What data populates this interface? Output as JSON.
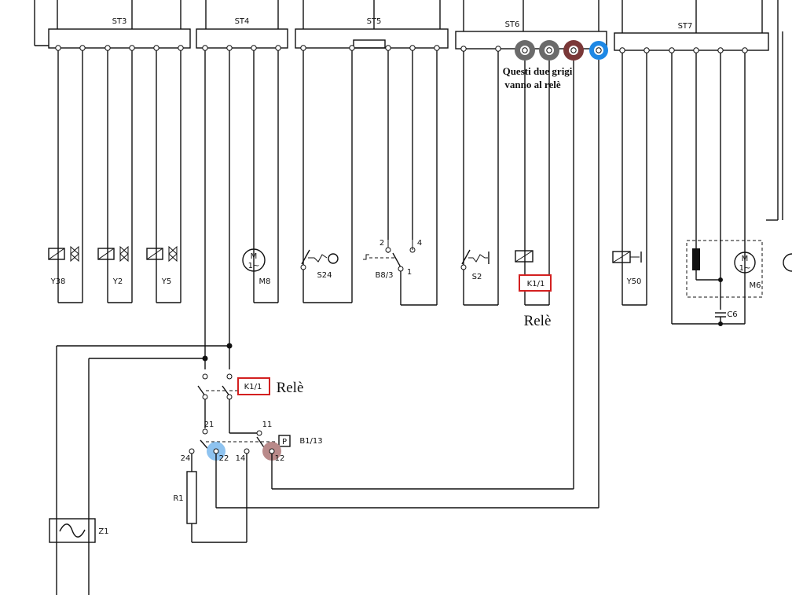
{
  "connectors": [
    "ST3",
    "ST4",
    "ST5",
    "ST6",
    "ST7"
  ],
  "components": {
    "y38": "Y38",
    "y2": "Y2",
    "y5": "Y5",
    "m8": "M8",
    "s24": "S24",
    "b8_3": "B8/3",
    "s2": "S2",
    "y50": "Y50",
    "m6": "M6",
    "c6": "C6",
    "z1": "Z1",
    "r1": "R1",
    "b1_13": "B1/13",
    "p": "P",
    "k1_1": "K1/1",
    "motor_m": "M",
    "motor_ac": "1~"
  },
  "terminal_numbers": {
    "b8_2": "2",
    "b8_4": "4",
    "b8_1": "1",
    "k21": "21",
    "k11": "11",
    "k24": "24",
    "k22": "22",
    "k14": "14",
    "k12": "12"
  },
  "annotations": {
    "grey_note_line1": "Questi due grigi",
    "grey_note_line2": "vanno al relè",
    "rele_1": "Relè",
    "rele_2": "Relè"
  },
  "highlight_colors": {
    "grey": "#6b6b6b",
    "brown": "#7a3838",
    "blue": "#1e88e5",
    "light_blue": "#8ec3f0",
    "light_brown": "#b98a8a",
    "red_box": "#d32020"
  }
}
